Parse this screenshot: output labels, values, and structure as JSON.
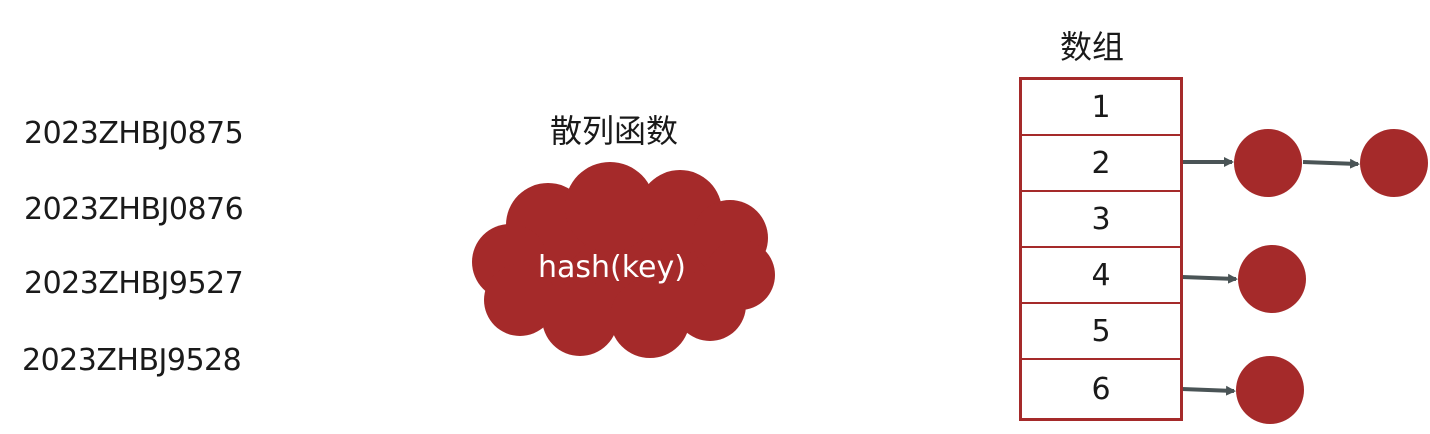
{
  "keys": [
    "2023ZHBJ0875",
    "2023ZHBJ0876",
    "2023ZHBJ9527",
    "2023ZHBJ9528"
  ],
  "hash_function": {
    "title": "散列函数",
    "label": "hash(key)"
  },
  "array": {
    "title": "数组",
    "cells": [
      "1",
      "2",
      "3",
      "4",
      "5",
      "6"
    ]
  },
  "chains": [
    {
      "bucket": "2",
      "nodes": 2
    },
    {
      "bucket": "4",
      "nodes": 1
    },
    {
      "bucket": "6",
      "nodes": 1
    }
  ],
  "colors": {
    "accent": "#a52a2a",
    "arrow": "#4a5456"
  }
}
